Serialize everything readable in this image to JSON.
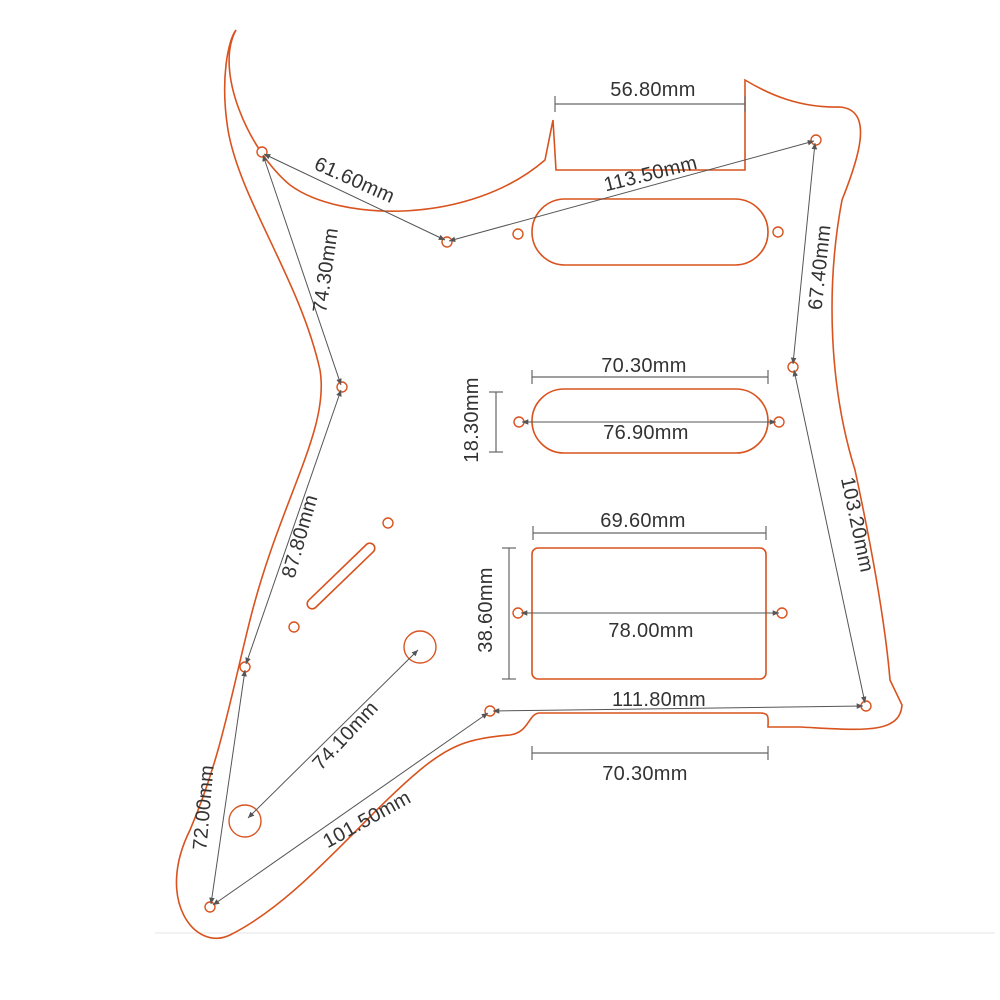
{
  "colors": {
    "outline": "#d9531e",
    "dimension_line": "#555555",
    "text": "#333333",
    "background": "#ffffff"
  },
  "drawing": {
    "part": "pickguard",
    "dimensions": {
      "neck_pocket_width": "56.80mm",
      "upper_horn_to_center_hole": "61.60mm",
      "center_hole_to_upper_right_hole": "113.50mm",
      "upper_left_hole_to_waist_hole": "74.30mm",
      "right_edge_upper": "67.40mm",
      "single_coil_length": "70.30mm",
      "single_coil_height": "18.30mm",
      "single_coil_mount_span": "76.90mm",
      "waist_to_lower_left_hole": "87.80mm",
      "right_edge_lower": "103.20mm",
      "humbucker_length": "69.60mm",
      "humbucker_height": "38.60mm",
      "humbucker_mount_span": "78.00mm",
      "bottom_hole_span": "111.80mm",
      "bridge_cutout_width": "70.30mm",
      "jack_to_knob": "74.10mm",
      "lower_left_vertical": "72.00mm",
      "bottom_tip_to_center_bottom_hole": "101.50mm"
    }
  }
}
